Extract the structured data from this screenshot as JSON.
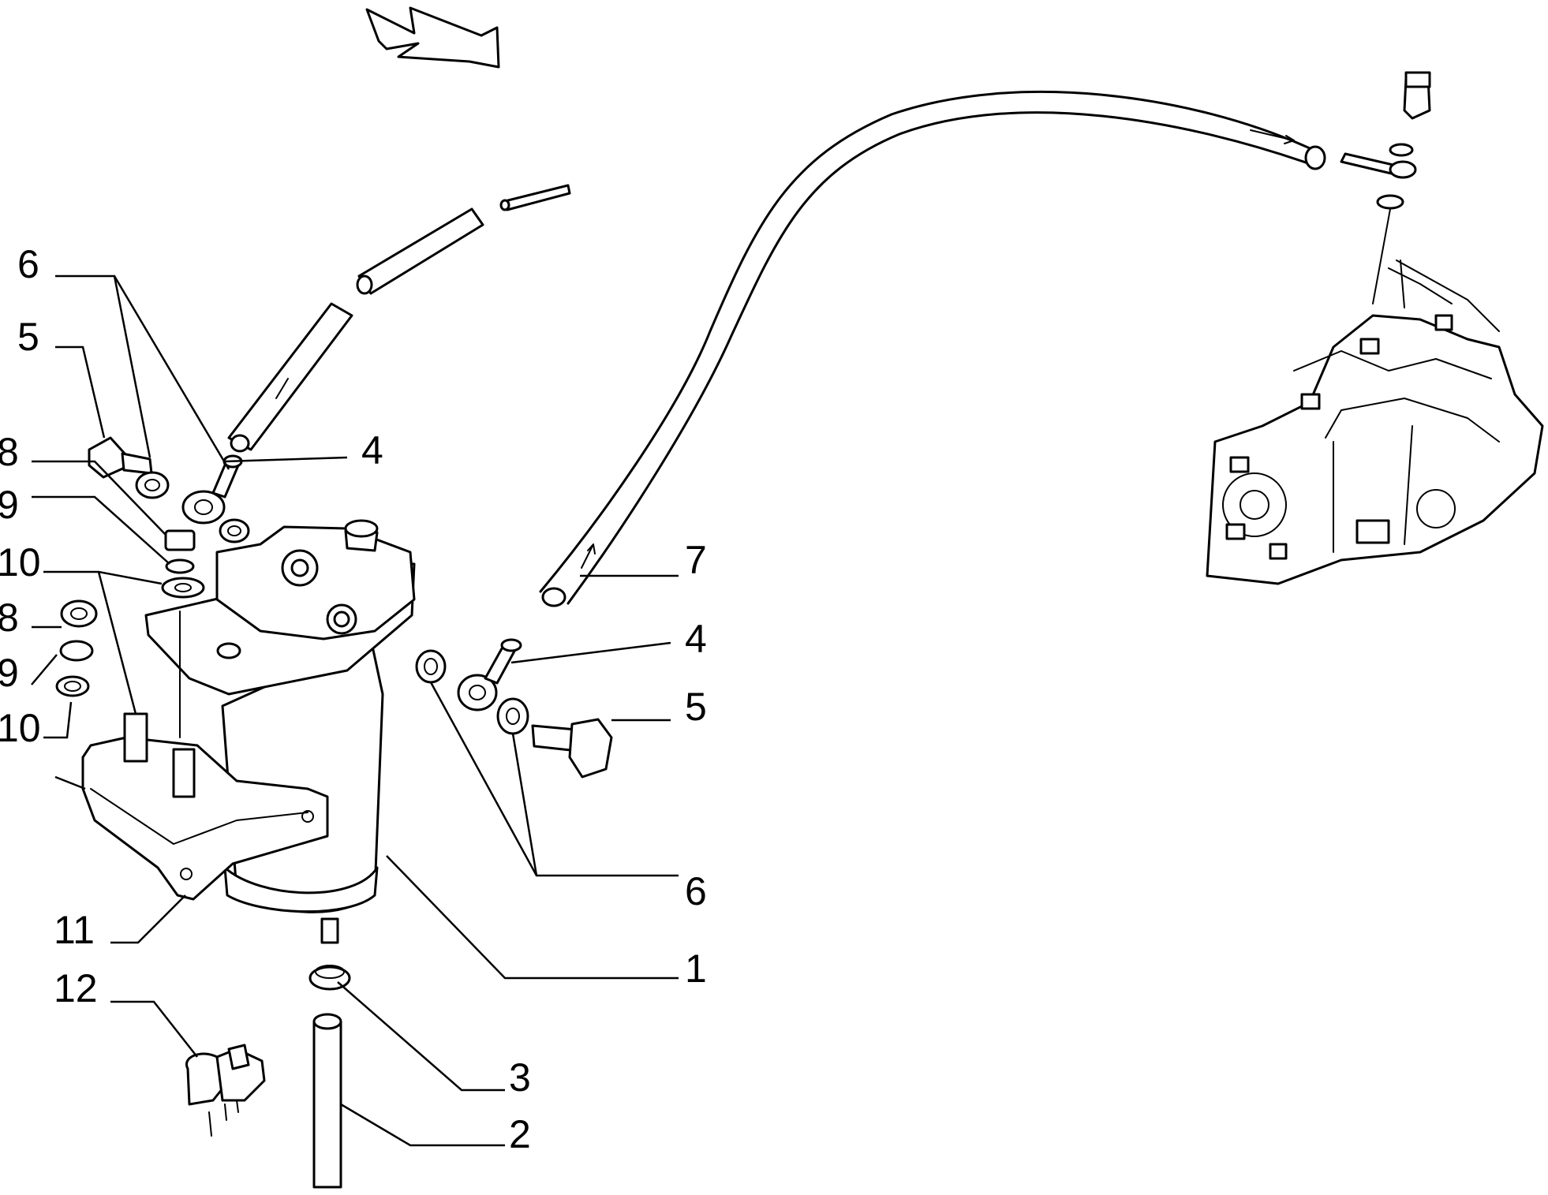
{
  "callouts": [
    {
      "id": "c6-top",
      "text": "6"
    },
    {
      "id": "c5-top",
      "text": "5"
    },
    {
      "id": "c8-top",
      "text": "8"
    },
    {
      "id": "c9-top",
      "text": "9"
    },
    {
      "id": "c10-top",
      "text": "10"
    },
    {
      "id": "c8-bot",
      "text": "8"
    },
    {
      "id": "c9-bot",
      "text": "9"
    },
    {
      "id": "c10-bot",
      "text": "10"
    },
    {
      "id": "c4-top",
      "text": "4"
    },
    {
      "id": "c7",
      "text": "7"
    },
    {
      "id": "c4-right",
      "text": "4"
    },
    {
      "id": "c5-right",
      "text": "5"
    },
    {
      "id": "c6-right",
      "text": "6"
    },
    {
      "id": "c1",
      "text": "1"
    },
    {
      "id": "c11",
      "text": "11"
    },
    {
      "id": "c12",
      "text": "12"
    },
    {
      "id": "c3",
      "text": "3"
    },
    {
      "id": "c2",
      "text": "2"
    }
  ]
}
